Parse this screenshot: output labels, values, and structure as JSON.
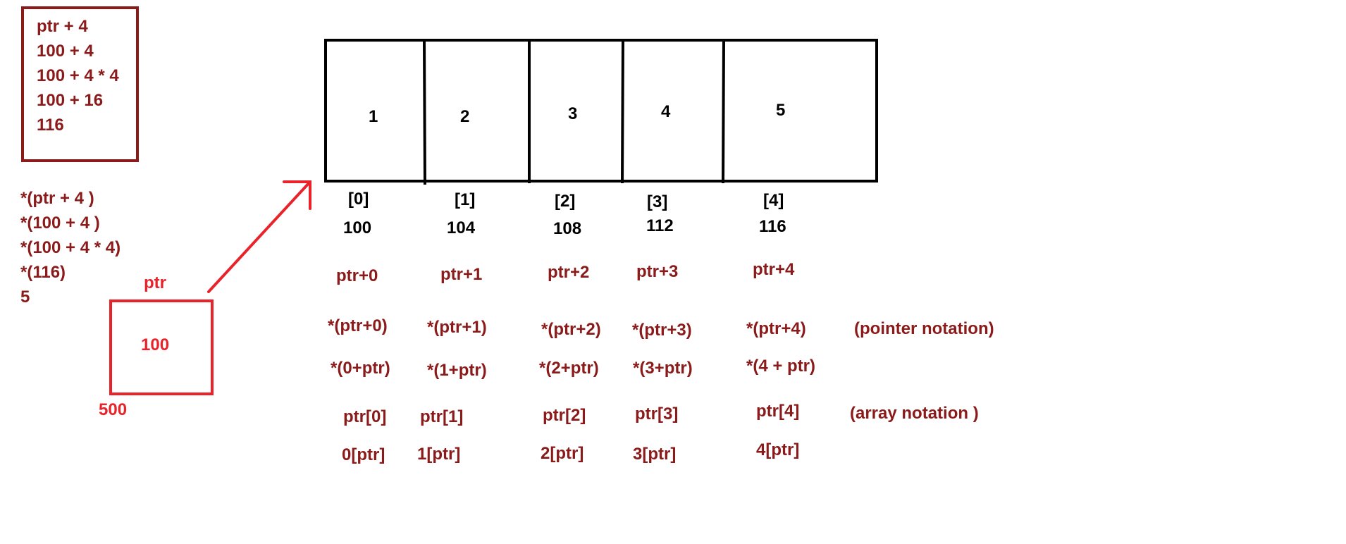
{
  "calc_box_lines": [
    "ptr + 4",
    "100 + 4",
    "100 + 4 * 4",
    "100 + 16",
    "116"
  ],
  "deref_lines": [
    "*(ptr + 4 )",
    "*(100 + 4 )",
    "*(100 + 4 * 4)",
    "*(116)",
    "5"
  ],
  "pointer": {
    "name": "ptr",
    "value": "100",
    "address": "500"
  },
  "array": {
    "values": [
      "1",
      "2",
      "3",
      "4",
      "5"
    ],
    "indices": [
      "[0]",
      "[1]",
      "[2]",
      "[3]",
      "[4]"
    ],
    "addresses": [
      "100",
      "104",
      "108",
      "112",
      "116"
    ]
  },
  "offsets": [
    "ptr+0",
    "ptr+1",
    "ptr+2",
    "ptr+3",
    "ptr+4"
  ],
  "pointer_notation": [
    "*(ptr+0)",
    "*(ptr+1)",
    "*(ptr+2)",
    "*(ptr+3)",
    "*(ptr+4)"
  ],
  "pointer_notation_label": "(pointer notation)",
  "commutative_notation": [
    "*(0+ptr)",
    "*(1+ptr)",
    "*(2+ptr)",
    "*(3+ptr)",
    "*(4 + ptr)"
  ],
  "array_notation": [
    "ptr[0]",
    "ptr[1]",
    "ptr[2]",
    "ptr[3]",
    "ptr[4]"
  ],
  "array_notation_label": "(array notation )",
  "reverse_array_notation": [
    "0[ptr]",
    "1[ptr]",
    "2[ptr]",
    "3[ptr]",
    "4[ptr]"
  ],
  "colors": {
    "dark_red": "#8b1a1a",
    "bright_red": "#e8232a",
    "black": "#000000"
  }
}
